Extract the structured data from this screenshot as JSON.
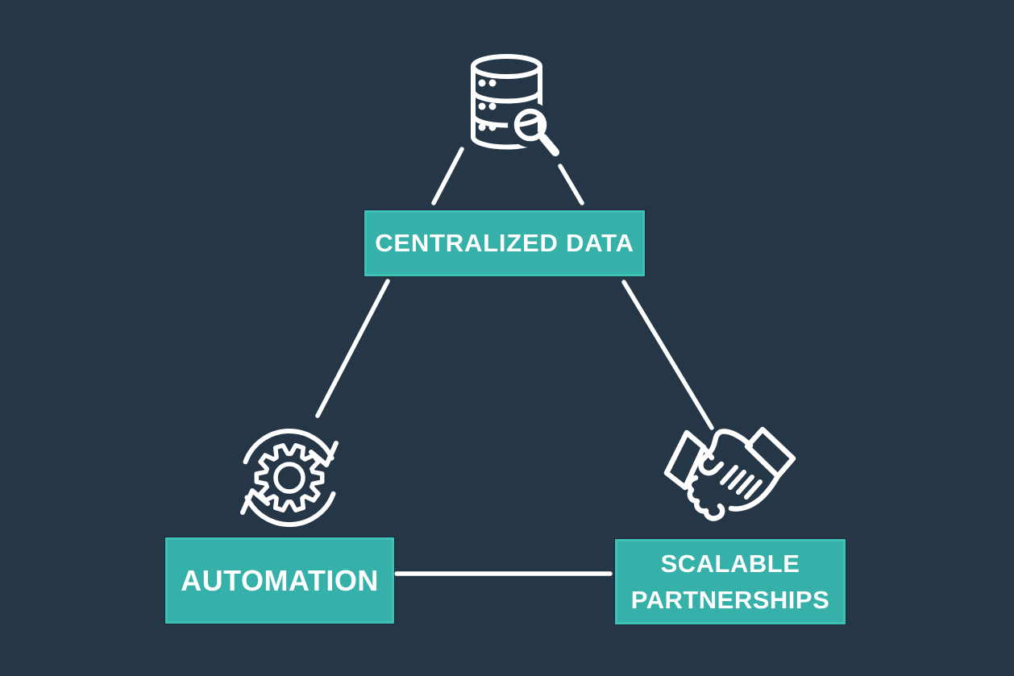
{
  "colors": {
    "background": "#253647",
    "box_fill": "#35B1A9",
    "box_border": "#3FC0B7",
    "connector": "#FFFFFF",
    "icon": "#FFFFFF",
    "text": "#FFFFFF"
  },
  "nodes": {
    "centralized_data": {
      "label": "CENTRALIZED DATA",
      "icon": "database-magnifier"
    },
    "automation": {
      "label": "AUTOMATION",
      "icon": "gear-sync-arrows"
    },
    "scalable_partnerships": {
      "label": "SCALABLE PARTNERSHIPS",
      "icon": "handshake"
    }
  },
  "connections": [
    {
      "from": "database-magnifier-icon",
      "to": "centralized_data"
    },
    {
      "from": "centralized_data",
      "to": "automation"
    },
    {
      "from": "centralized_data",
      "to": "scalable_partnerships"
    },
    {
      "from": "automation",
      "to": "scalable_partnerships"
    }
  ]
}
